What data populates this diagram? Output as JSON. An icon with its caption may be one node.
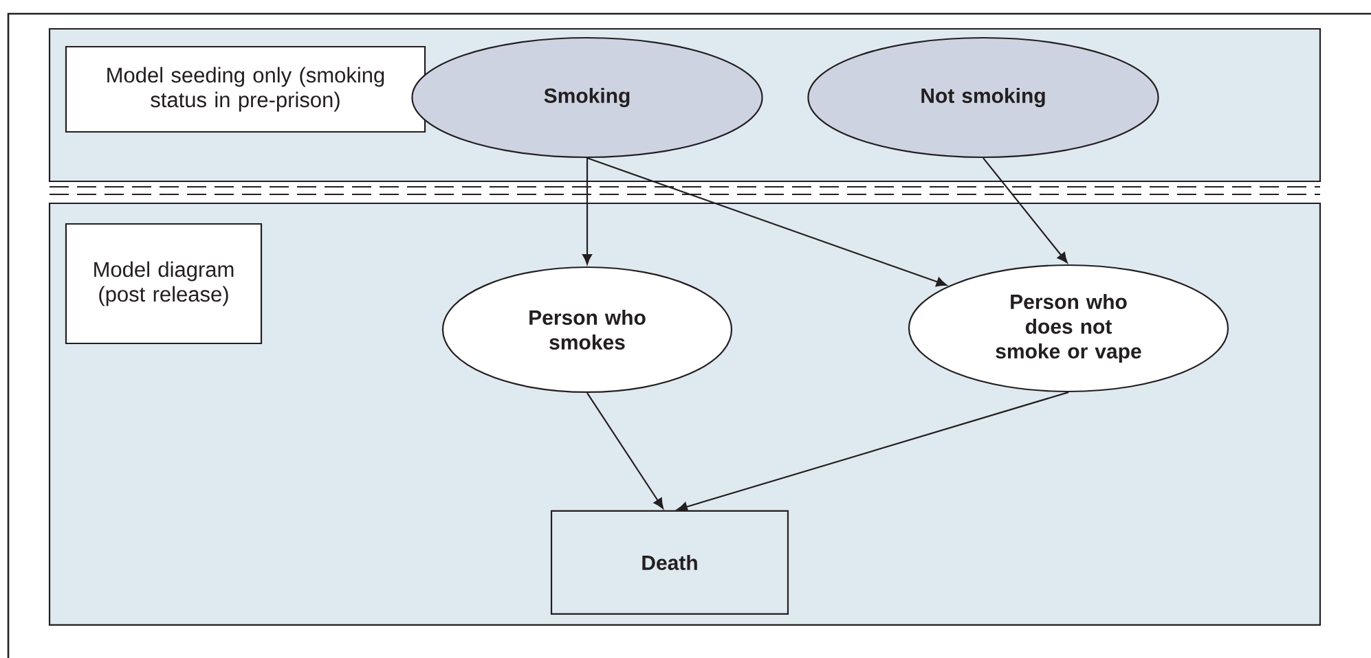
{
  "diagram": {
    "nodes": [
      {
        "text": [],
        "shape": "box"
      },
      {
        "text": [
          "Model seeding only (smoking status in pre-prison)"
        ],
        "in": 0
      },
      {
        "text": [
          "Smoking"
        ],
        "in": 0
      },
      {
        "text": [
          "Not smoking"
        ],
        "in": 0
      },
      {
        "text": [],
        "shape": "box"
      },
      {
        "text": [
          "Model diagram (post release)"
        ],
        "in": 4
      },
      {
        "text": [
          "Person who smokes"
        ],
        "in": 4
      },
      {
        "text": [
          "Person who does not smoke or vape"
        ],
        "in": 4
      },
      {
        "text": [
          "Death"
        ],
        "in": 4
      }
    ],
    "edges": [
      {
        "from": 2,
        "to": 6,
        "arrow": "to"
      },
      {
        "from": 2,
        "to": 7,
        "arrow": "to"
      },
      {
        "from": 3,
        "to": 7,
        "arrow": "to"
      },
      {
        "from": 6,
        "to": 8,
        "arrow": "to"
      },
      {
        "from": 7,
        "to": 8,
        "arrow": "to"
      }
    ]
  }
}
